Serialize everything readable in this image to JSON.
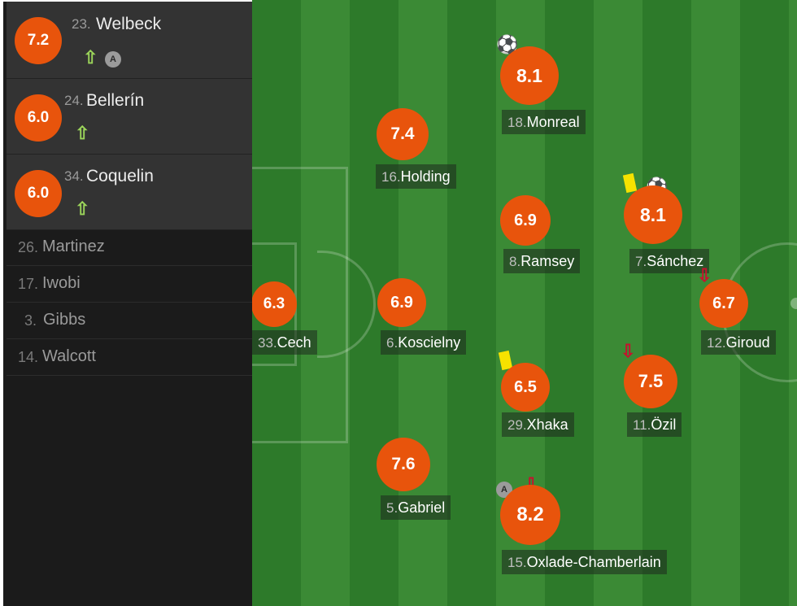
{
  "subs_in": [
    {
      "rating": "7.2",
      "number": "23.",
      "name": "Welbeck",
      "icons": [
        "sub-in-icon",
        "assist-icon"
      ],
      "assist_label": "A"
    },
    {
      "rating": "6.0",
      "number": "24.",
      "name": "Bellerín",
      "icons": [
        "sub-in-icon"
      ]
    },
    {
      "rating": "6.0",
      "number": "34.",
      "name": "Coquelin",
      "icons": [
        "sub-in-icon"
      ]
    }
  ],
  "bench": [
    {
      "number": "26.",
      "name": "Martinez"
    },
    {
      "number": "17.",
      "name": "Iwobi"
    },
    {
      "number": "3.",
      "name": "Gibbs"
    },
    {
      "number": "14.",
      "name": "Walcott"
    }
  ],
  "players": {
    "cech": {
      "rating": "6.3",
      "number": "33.",
      "name": "Cech"
    },
    "holding": {
      "rating": "7.4",
      "number": "16.",
      "name": "Holding"
    },
    "koscielny": {
      "rating": "6.9",
      "number": "6.",
      "name": "Koscielny"
    },
    "gabriel": {
      "rating": "7.6",
      "number": "5.",
      "name": "Gabriel"
    },
    "monreal": {
      "rating": "8.1",
      "number": "18.",
      "name": "Monreal",
      "icons": [
        "goal-icon"
      ]
    },
    "ramsey": {
      "rating": "6.9",
      "number": "8.",
      "name": "Ramsey"
    },
    "xhaka": {
      "rating": "6.5",
      "number": "29.",
      "name": "Xhaka",
      "icons": [
        "yellow-card-icon"
      ]
    },
    "oxlade": {
      "rating": "8.2",
      "number": "15.",
      "name": "Oxlade-Chamberlain",
      "icons": [
        "assist-icon",
        "sub-out-icon"
      ],
      "assist_label": "A"
    },
    "sanchez": {
      "rating": "8.1",
      "number": "7.",
      "name": "Sánchez",
      "icons": [
        "yellow-card-icon",
        "goal-icon"
      ]
    },
    "ozil": {
      "rating": "7.5",
      "number": "11.",
      "name": "Özil",
      "icons": [
        "sub-out-icon"
      ]
    },
    "giroud": {
      "rating": "6.7",
      "number": "12.",
      "name": "Giroud",
      "icons": [
        "sub-out-icon"
      ]
    }
  },
  "colors": {
    "rating": "#e8540c",
    "sub_in_arrow": "#9bd45a",
    "sub_out_arrow": "#c8102e",
    "yellow_card": "#f6e200",
    "pitch_dark": "#2d7a2a",
    "pitch_light": "#3b8a35"
  }
}
